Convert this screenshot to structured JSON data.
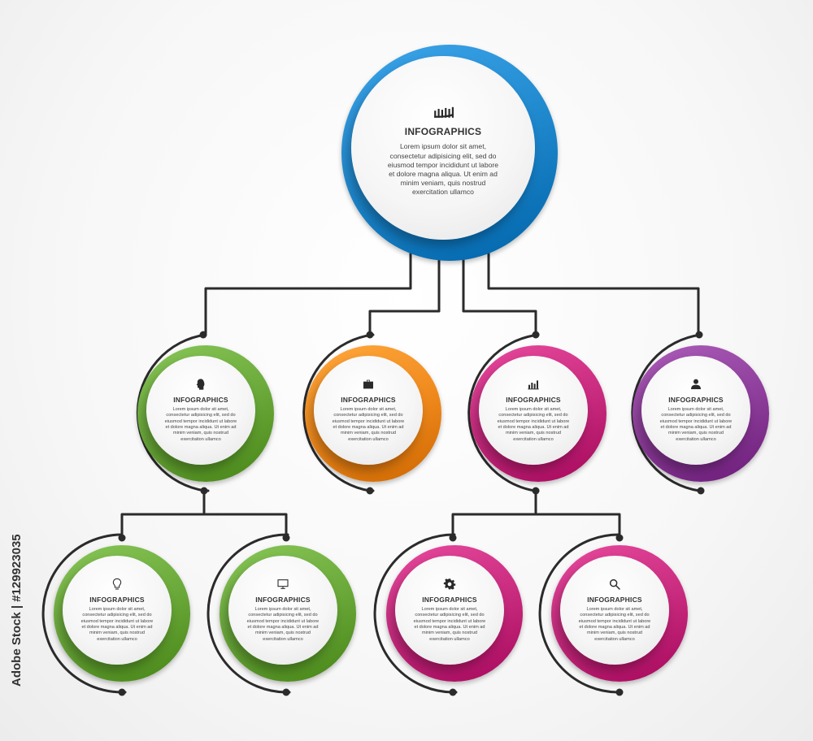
{
  "colors": {
    "connector": "#2b2b2b",
    "blue": "#1f87cc",
    "green": "#6aa83a",
    "orange": "#f08a1e",
    "magenta": "#c92b7f",
    "purple": "#8e3e9b"
  },
  "root": {
    "title": "INFOGRAPHICS",
    "text": "Lorem ipsum dolor sit amet, consectetur adipisicing elit, sed do eiusmod tempor incididunt ut labore et dolore magna aliqua. Ut enim ad minim veniam, quis nostrud exercitation ullamco",
    "icon": "growth-chart-icon",
    "color": "blue"
  },
  "nodes": [
    {
      "title": "INFOGRAPHICS",
      "text": "Lorem ipsum dolor sit amet, consectetur adipisicing elit, sed do eiusmod tempor incididunt ut labore et dolore magna aliqua. Ut enim ad minim veniam, quis nostrud exercitation ullamco",
      "icon": "head-profile-icon",
      "color": "green"
    },
    {
      "title": "INFOGRAPHICS",
      "text": "Lorem ipsum dolor sit amet, consectetur adipisicing elit, sed do eiusmod tempor incididunt ut labore et dolore magna aliqua. Ut enim ad minim veniam, quis nostrud exercitation ullamco",
      "icon": "briefcase-icon",
      "color": "orange"
    },
    {
      "title": "INFOGRAPHICS",
      "text": "Lorem ipsum dolor sit amet, consectetur adipisicing elit, sed do eiusmod tempor incididunt ut labore et dolore magna aliqua. Ut enim ad minim veniam, quis nostrud exercitation ullamco",
      "icon": "bar-chart-icon",
      "color": "magenta"
    },
    {
      "title": "INFOGRAPHICS",
      "text": "Lorem ipsum dolor sit amet, consectetur adipisicing elit, sed do eiusmod tempor incididunt ut labore et dolore magna aliqua. Ut enim ad minim veniam, quis nostrud exercitation ullamco",
      "icon": "user-icon",
      "color": "purple"
    },
    {
      "title": "INFOGRAPHICS",
      "text": "Lorem ipsum dolor sit amet, consectetur adipisicing elit, sed do eiusmod tempor incididunt ut labore et dolore magna aliqua. Ut enim ad minim veniam, quis nostrud exercitation ullamco",
      "icon": "lightbulb-icon",
      "color": "green"
    },
    {
      "title": "INFOGRAPHICS",
      "text": "Lorem ipsum dolor sit amet, consectetur adipisicing elit, sed do eiusmod tempor incididunt ut labore et dolore magna aliqua. Ut enim ad minim veniam, quis nostrud exercitation ullamco",
      "icon": "monitor-icon",
      "color": "green"
    },
    {
      "title": "INFOGRAPHICS",
      "text": "Lorem ipsum dolor sit amet, consectetur adipisicing elit, sed do eiusmod tempor incididunt ut labore et dolore magna aliqua. Ut enim ad minim veniam, quis nostrud exercitation ullamco",
      "icon": "gear-icon",
      "color": "magenta"
    },
    {
      "title": "INFOGRAPHICS",
      "text": "Lorem ipsum dolor sit amet, consectetur adipisicing elit, sed do eiusmod tempor incididunt ut labore et dolore magna aliqua. Ut enim ad minim veniam, quis nostrud exercitation ullamco",
      "icon": "magnifier-icon",
      "color": "magenta"
    }
  ],
  "side_caption": "Adobe Stock | #129923035"
}
